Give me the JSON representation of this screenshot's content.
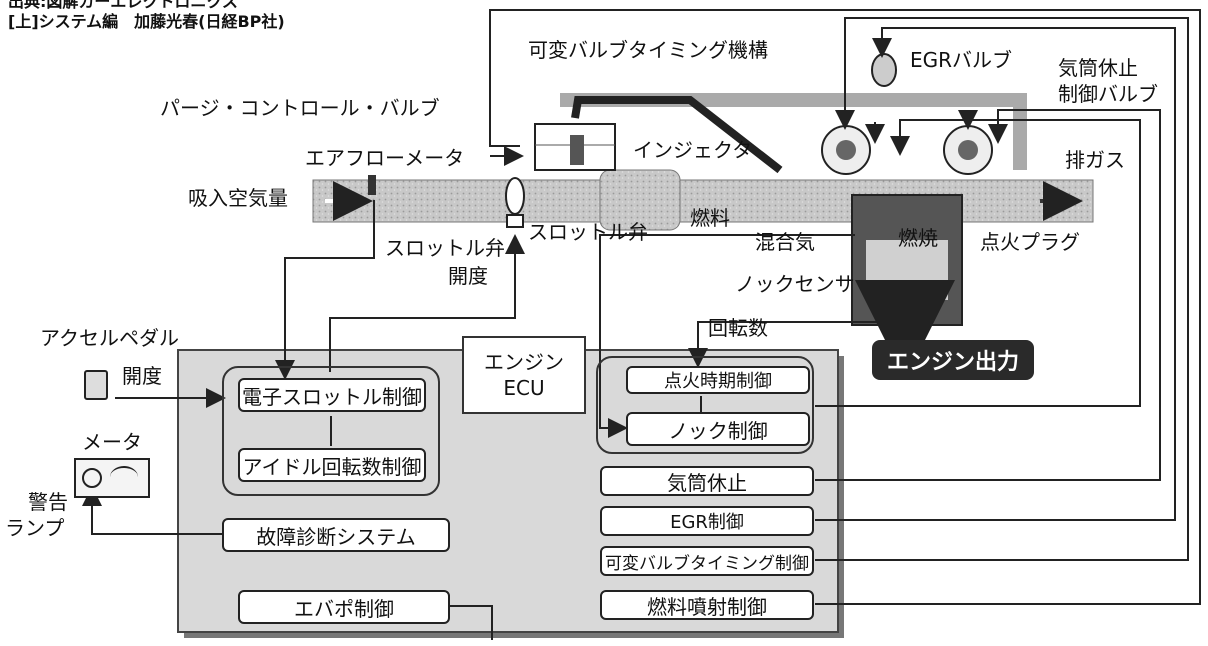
{
  "source": {
    "line1": "出典:図解カーエレクトロニクス",
    "line2": "[上]システム編　加藤光春(日経BP社)"
  },
  "labels": {
    "vvt_mechanism": "可変バルブタイミング機構",
    "egr_valve": "EGRバルブ",
    "cyl_deact_valve_1": "気筒休止",
    "cyl_deact_valve_2": "制御バルブ",
    "purge_valve": "パージ・コントロール・バルブ",
    "airflow_meter": "エアフローメータ",
    "injector": "インジェクタ",
    "exhaust": "排ガス",
    "intake_air": "吸入空気量",
    "fuel": "燃料",
    "mixture": "混合気",
    "combustion": "燃焼",
    "spark_plug": "点火プラグ",
    "throttle_valve": "スロットル弁",
    "throttle_opening_1": "スロットル弁",
    "throttle_opening_2": "開度",
    "knock_sensor": "ノックセンサ",
    "rpm": "回転数",
    "engine_output": "エンジン出力",
    "accel_pedal": "アクセルペダル",
    "opening": "開度",
    "meter": "メータ",
    "warning_lamp_1": "警告",
    "warning_lamp_2": "ランプ"
  },
  "ecu": {
    "title_1": "エンジン",
    "title_2": "ECU",
    "electronic_throttle": "電子スロットル制御",
    "idle_speed": "アイドル回転数制御",
    "diagnosis": "故障診断システム",
    "evap": "エバポ制御",
    "ignition_timing": "点火時期制御",
    "knock_control": "ノック制御",
    "cylinder_deact": "気筒休止",
    "egr_control": "EGR制御",
    "vvt_control": "可変バルブタイミング制御",
    "fuel_injection": "燃料噴射制御"
  }
}
